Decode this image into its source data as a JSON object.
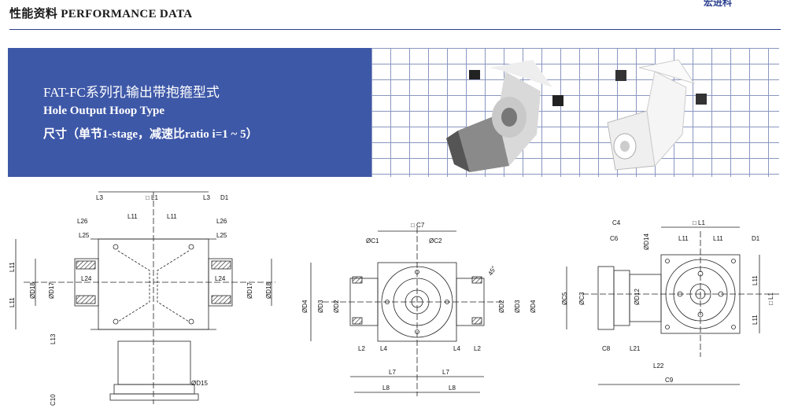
{
  "header": {
    "title": "性能资料 PERFORMANCE DATA",
    "brand": "宏进科"
  },
  "banner": {
    "line1": "FAT-FC系列孔输出带抱箍型式",
    "line2": "Hole Output Hoop Type",
    "line3": "尺寸（单节1-stage，减速比ratio i=1 ~ 5）"
  },
  "drawing1": {
    "L3a": "L3",
    "L1": "□ L1",
    "L3b": "L3",
    "D1": "D1",
    "L26a": "L26",
    "L11a": "L11",
    "L11b": "L11",
    "L26b": "L26",
    "L25a": "L25",
    "L25b": "L25",
    "L24a": "L24",
    "L24b": "L24",
    "L11c": "L11",
    "L11d": "L11",
    "D18a": "ØD18",
    "D17a": "ØD17",
    "D17b": "ØD17",
    "D18b": "ØD18",
    "L13": "L13",
    "D15": "ØD15",
    "C10": "C10"
  },
  "drawing2": {
    "C7": "□ C7",
    "C1": "ØC1",
    "C2": "ØC2",
    "angle": "45°",
    "D4a": "ØD4",
    "D3a": "ØD3",
    "D2a": "ØD2",
    "D2b": "ØD2",
    "D3b": "ØD3",
    "D4b": "ØD4",
    "L2a": "L2",
    "L4a": "L4",
    "L4b": "L4",
    "L2b": "L2",
    "L7a": "L7",
    "L7b": "L7",
    "L8a": "L8",
    "L8b": "L8"
  },
  "drawing3": {
    "C4": "C4",
    "C6": "C6",
    "D14": "ØD14",
    "L1": "□ L1",
    "L11a": "L11",
    "L11b": "L11",
    "D1": "D1",
    "C5": "ØC5",
    "C3": "ØC3",
    "D12": "ØD12",
    "L11c": "L11",
    "L1v": "□ L1",
    "L11d": "L11",
    "C8": "C8",
    "L21": "L21",
    "L22": "L22",
    "C9": "C9"
  }
}
